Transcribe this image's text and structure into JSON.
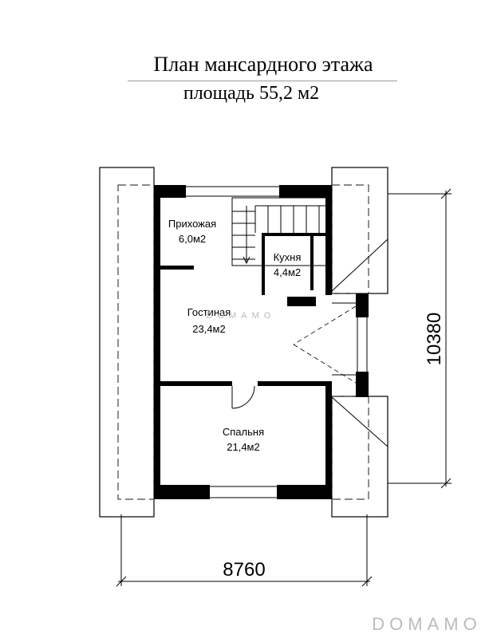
{
  "header": {
    "title": "План мансардного этажа",
    "area": "площадь 55,2 м2"
  },
  "rooms": [
    {
      "name": "Прихожая",
      "area": "6,0м2"
    },
    {
      "name": "Кухня",
      "area": "4,4м2"
    },
    {
      "name": "Гостиная",
      "area": "23,4м2"
    },
    {
      "name": "Спальня",
      "area": "21,4м2"
    }
  ],
  "dimensions": {
    "width": "8760",
    "height": "10380"
  },
  "watermark": {
    "brand": "DOMAMO"
  }
}
